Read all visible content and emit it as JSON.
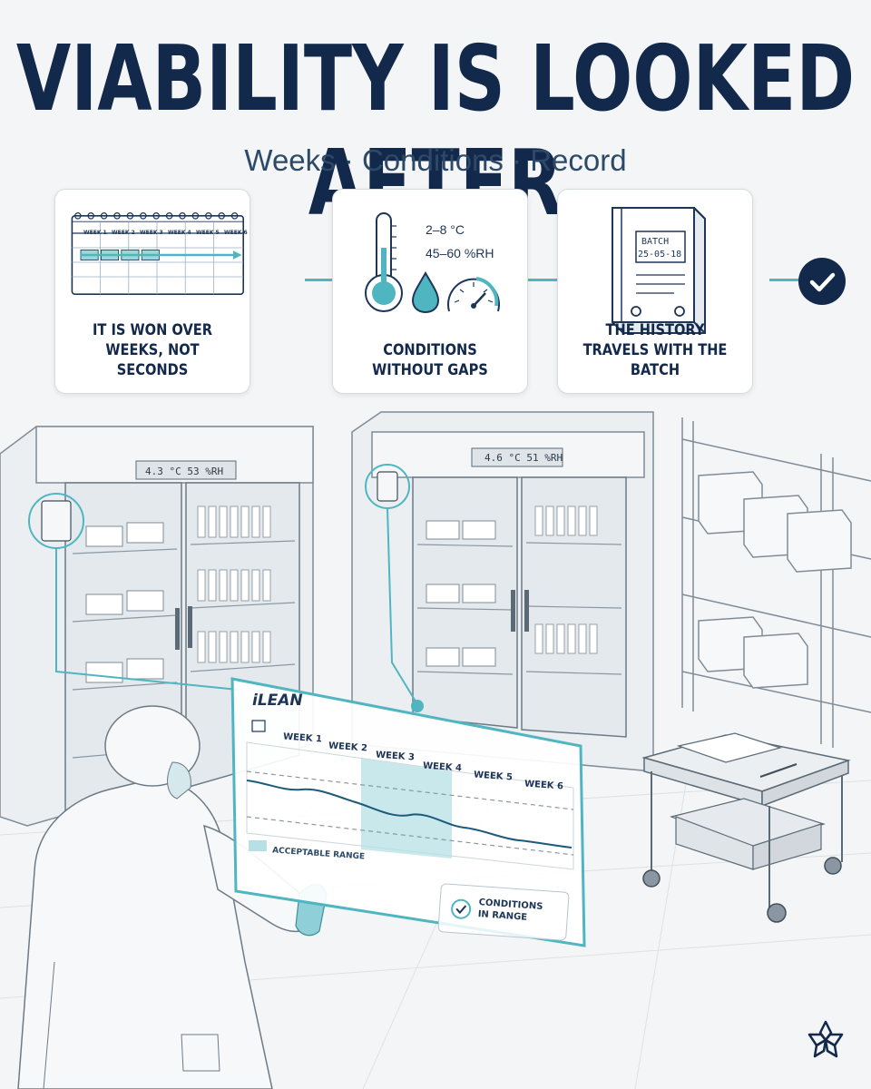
{
  "header": {
    "title": "VIABILITY IS LOOKED AFTER",
    "subtitle": "Weeks · Conditions · Record"
  },
  "cards": [
    {
      "label_line1": "IT IS WON OVER",
      "label_line2": "WEEKS, NOT SECONDS",
      "icon": "calendar-icon",
      "weeks": [
        "WEEK 1",
        "WEEK 2",
        "WEEK 3",
        "WEEK 4",
        "WEEK 5",
        "WEEK 6"
      ]
    },
    {
      "label_line1": "CONDITIONS",
      "label_line2": "WITHOUT GAPS",
      "icon": "thermometer-icon",
      "temp_range": "2–8 °C",
      "humidity_range": "45–60 %RH"
    },
    {
      "label_line1": "THE HISTORY",
      "label_line2": "TRAVELS WITH THE BATCH",
      "icon": "binder-icon",
      "binder_line1": "BATCH",
      "binder_line2": "25-05-18"
    }
  ],
  "scene": {
    "fridge_left_display": "4.3 °C   53 %RH",
    "fridge_right_display": "4.6 °C   51 %RH"
  },
  "monitor": {
    "brand": "iLEAN",
    "weeks": [
      "WEEK 1",
      "WEEK 2",
      "WEEK 3",
      "WEEK 4",
      "WEEK 5",
      "WEEK 6"
    ],
    "range_label": "ACCEPTABLE RANGE",
    "status_line1": "CONDITIONS",
    "status_line2": "IN RANGE"
  },
  "colors": {
    "navy": "#13294b",
    "teal": "#4fb6c1",
    "background": "#f4f5f6"
  }
}
